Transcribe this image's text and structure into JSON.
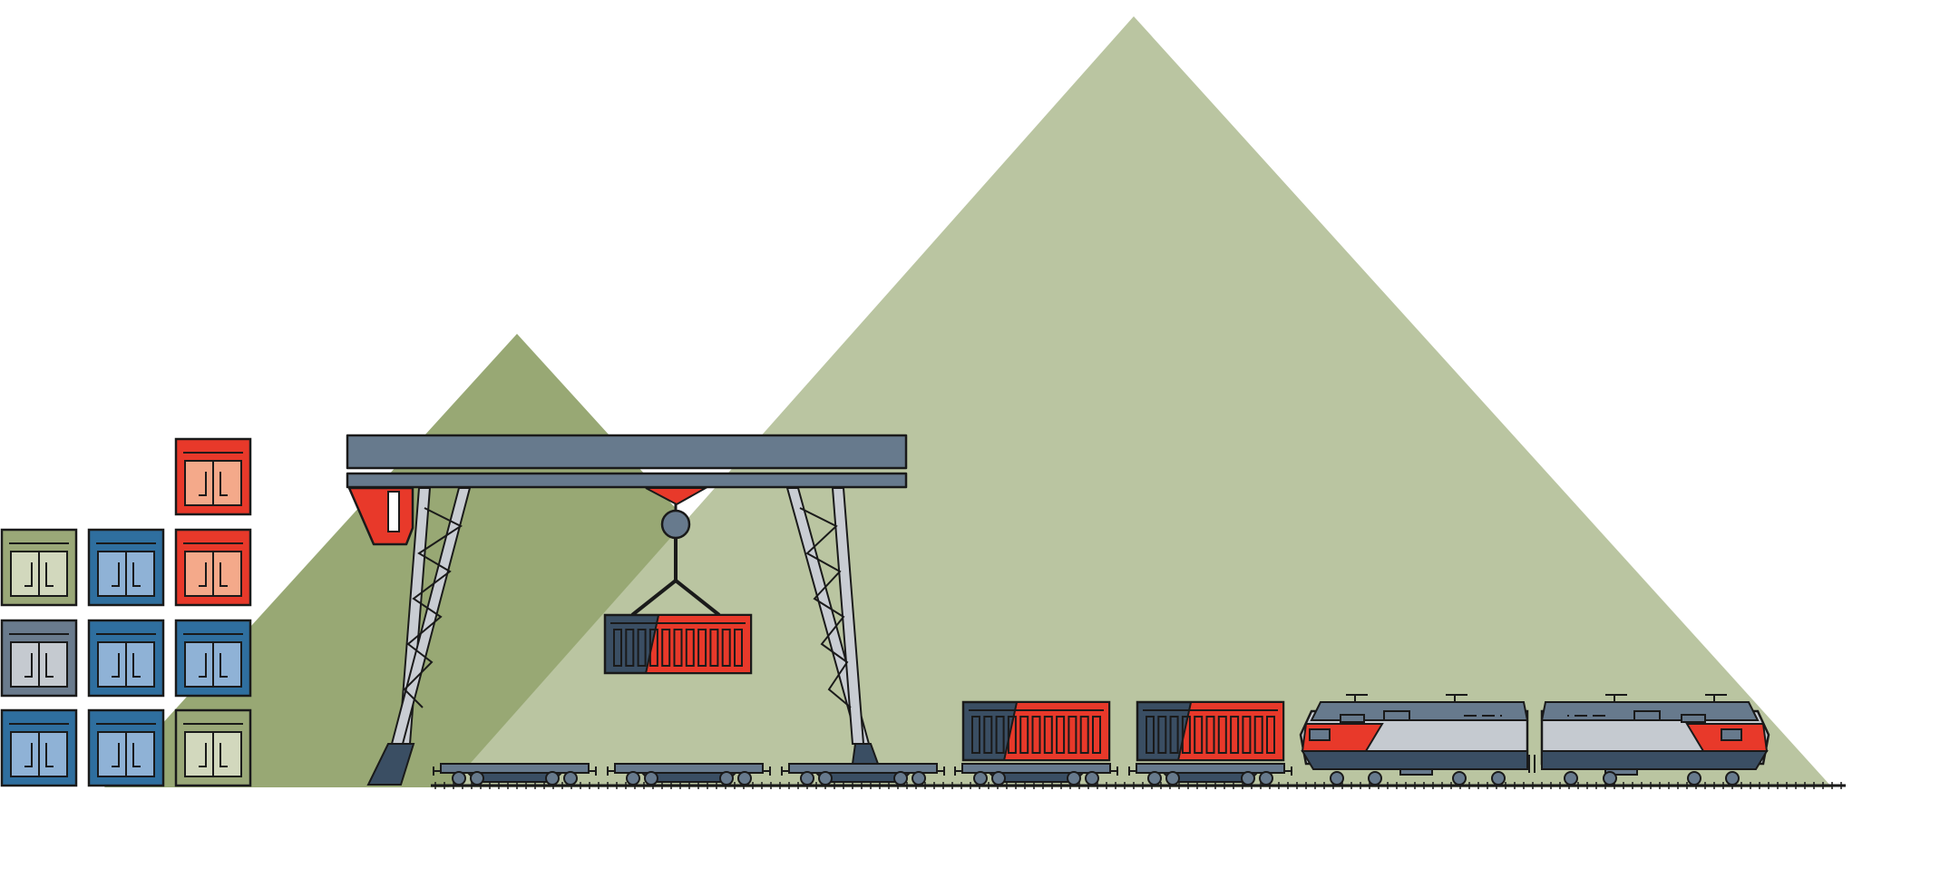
{
  "scene": {
    "subject": "container-terminal-illustration",
    "stacks": [
      [
        "blue",
        "gray",
        "green"
      ],
      [
        "blue",
        "blue",
        "blue"
      ],
      [
        "green",
        "blue",
        "red",
        "red"
      ]
    ],
    "container_colors": {
      "red": {
        "outer": "#e8392a",
        "inner": "#f4a98a"
      },
      "blue": {
        "outer": "#2f6f9f",
        "inner": "#8fb2d6"
      },
      "gray": {
        "outer": "#6a7b8d",
        "inner": "#c5cad0"
      },
      "green": {
        "outer": "#9aa878",
        "inner": "#d2d8bd"
      }
    },
    "wagons": [
      "flat-empty",
      "flat-empty",
      "flat-empty",
      "flat-loaded",
      "flat-loaded"
    ],
    "locomotive_count": 2,
    "colors": {
      "mountain_dark": "#98a874",
      "mountain_light": "#bac5a1",
      "steel": "#677a8d",
      "dark_steel": "#3a4e63",
      "accent_red": "#e8392a",
      "loco_light": "#c5cad0",
      "lattice": "#c9cdd3"
    }
  }
}
